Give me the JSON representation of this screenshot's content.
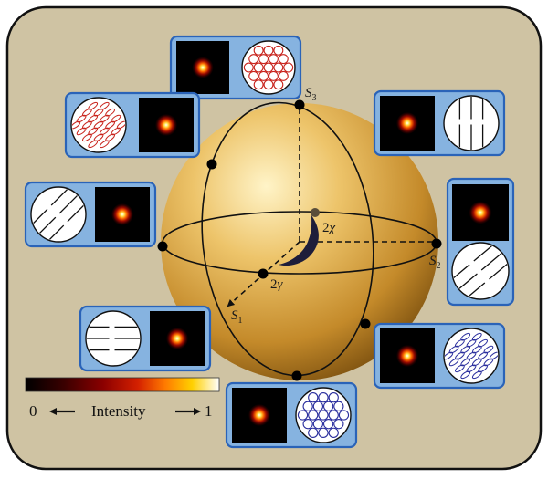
{
  "axes": {
    "s1": {
      "letter": "S",
      "index": "1"
    },
    "s2": {
      "letter": "S",
      "index": "2"
    },
    "s3": {
      "letter": "S",
      "index": "3"
    }
  },
  "angles": {
    "chi": {
      "number": "2",
      "symbol": "χ"
    },
    "gamma": {
      "number": "2",
      "symbol": "γ"
    }
  },
  "colorbar": {
    "min_label": "0",
    "max_label": "1",
    "title": "Intensity",
    "colormap": [
      "#000000",
      "#3a0000",
      "#8b0000",
      "#d42000",
      "#ff7a00",
      "#ffd000",
      "#ffffff"
    ]
  },
  "colors": {
    "background": "#cfc3a3",
    "panel_fill": "#86b3e0",
    "panel_stroke": "#2a63b8",
    "red_pattern": "#c8231c",
    "blue_pattern": "#2b2f9e",
    "sphere_light": "#fff2c2",
    "sphere_mid": "#e7b04f",
    "sphere_dark": "#8a5a14"
  },
  "panels": [
    {
      "name": "panel-top-s3",
      "pattern": "circles",
      "color": "red",
      "spot_first": true
    },
    {
      "name": "panel-upper-left",
      "pattern": "ellipses-diag",
      "color": "red",
      "spot_first": false
    },
    {
      "name": "panel-upper-right",
      "pattern": "lines-vertical",
      "color": "black",
      "spot_first": true
    },
    {
      "name": "panel-left",
      "pattern": "lines-diag",
      "color": "black",
      "spot_first": false
    },
    {
      "name": "panel-right-s2",
      "pattern": "lines-diag-anti",
      "color": "black",
      "spot_first": true
    },
    {
      "name": "panel-lower-left",
      "pattern": "lines-horizontal",
      "color": "black",
      "spot_first": false
    },
    {
      "name": "panel-lower-right",
      "pattern": "ellipses-diag",
      "color": "blue",
      "spot_first": true
    },
    {
      "name": "panel-bottom",
      "pattern": "circles",
      "color": "blue",
      "spot_first": true
    }
  ]
}
